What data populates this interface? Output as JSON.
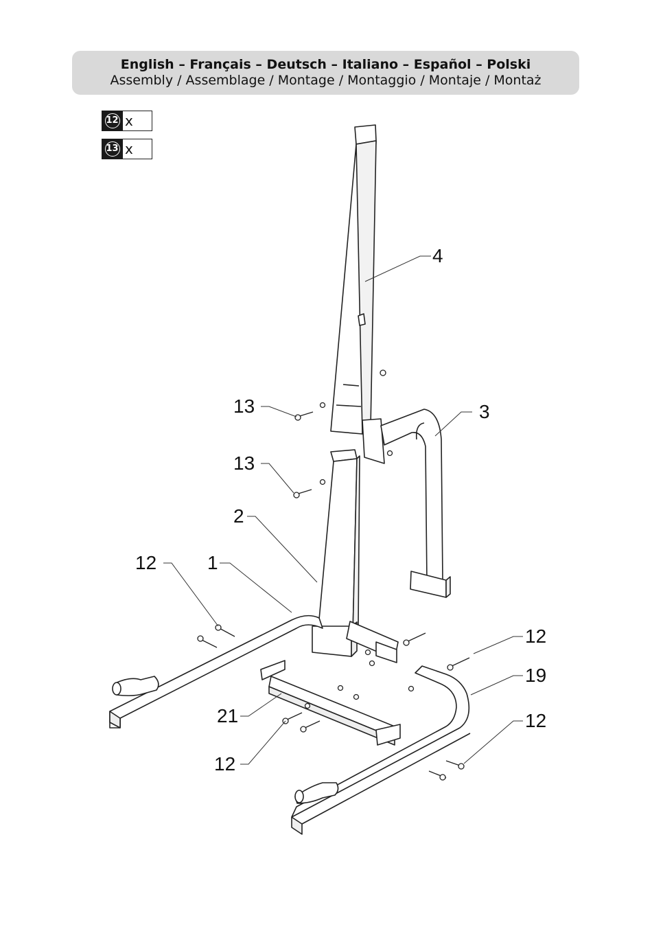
{
  "header": {
    "languages": "English – Français – Deutsch – Italiano – Español – Polski",
    "subtitle": "Assembly / Assemblage / Montage / Montaggio / Montaje / Montaż"
  },
  "parts_list": [
    {
      "number": "12",
      "suffix": "x"
    },
    {
      "number": "13",
      "suffix": "x"
    }
  ],
  "callouts": {
    "c4": "4",
    "c3": "3",
    "c13a": "13",
    "c13b": "13",
    "c2": "2",
    "c12a": "12",
    "c1": "1",
    "c12b": "12",
    "c19": "19",
    "c12c": "12",
    "c21": "21",
    "c12d": "12"
  }
}
